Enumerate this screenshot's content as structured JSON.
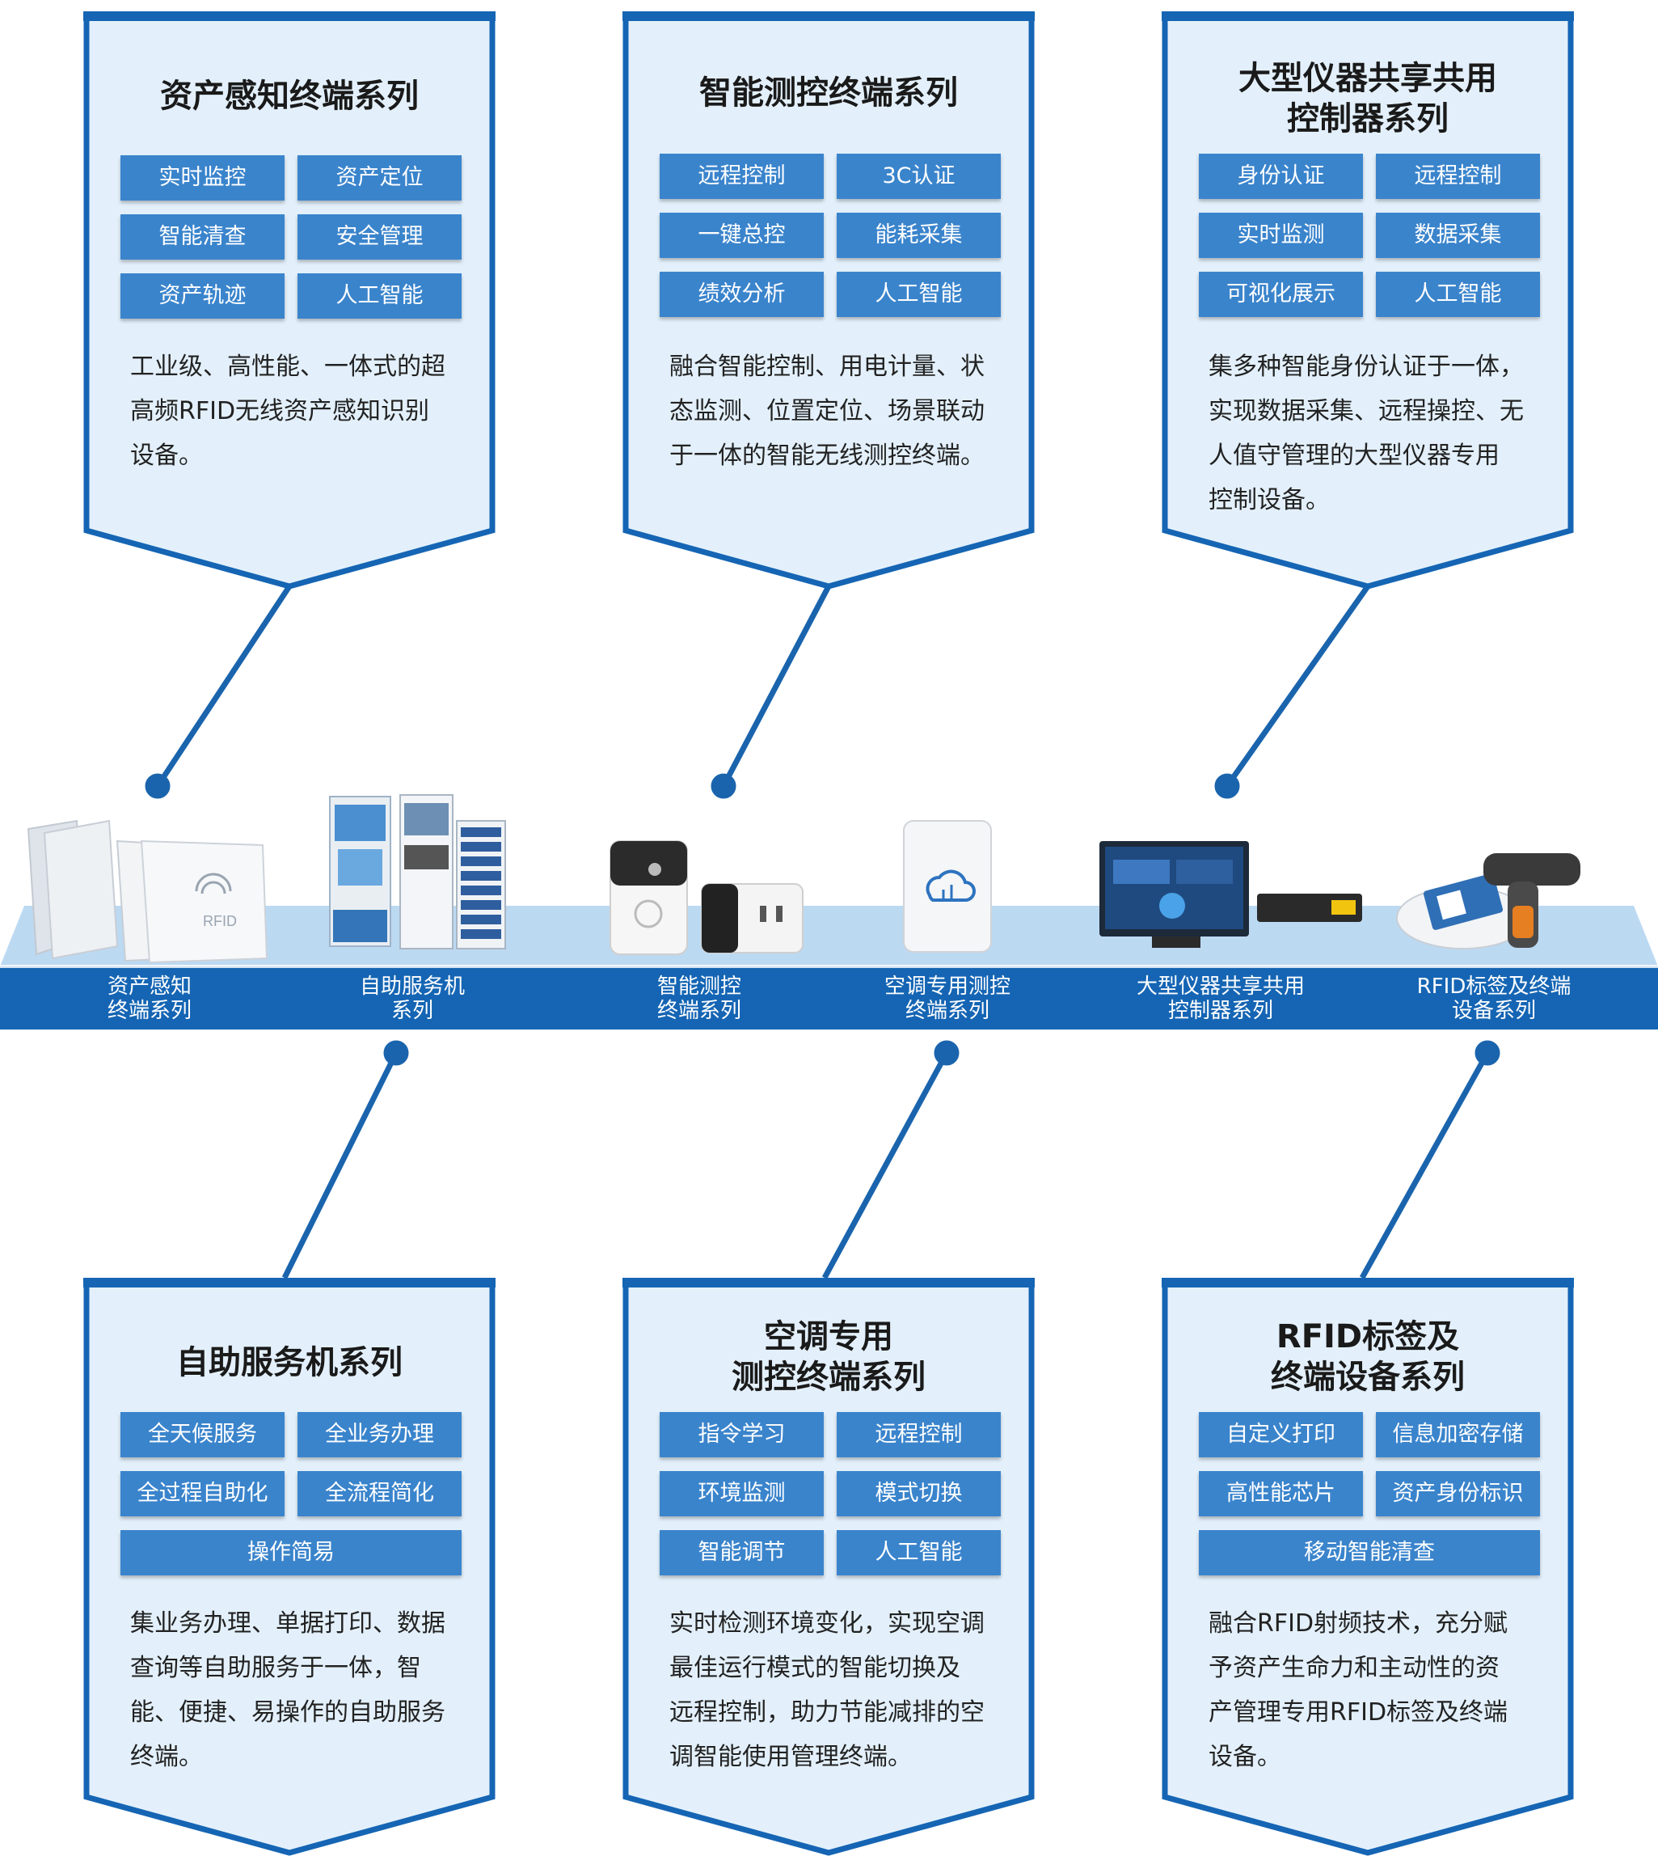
{
  "cards": [
    {
      "id": "asset",
      "title": "资产感知终端系列",
      "tags": [
        "实时监控",
        "资产定位",
        "智能清查",
        "安全管理",
        "资产轨迹",
        "人工智能"
      ],
      "description": "工业级、高性能、一体式的超高频RFID无线资产感知识别设备。"
    },
    {
      "id": "smart",
      "title": "智能测控终端系列",
      "tags": [
        "远程控制",
        "3C认证",
        "一键总控",
        "能耗采集",
        "绩效分析",
        "人工智能"
      ],
      "description": "融合智能控制、用电计量、状态监测、位置定位、场景联动于一体的智能无线测控终端。"
    },
    {
      "id": "instrument",
      "title": "大型仪器共享共用控制器系列",
      "tags": [
        "身份认证",
        "远程控制",
        "实时监测",
        "数据采集",
        "可视化展示",
        "人工智能"
      ],
      "description": "集多种智能身份认证于一体，实现数据采集、远程操控、无人值守管理的大型仪器专用控制设备。"
    },
    {
      "id": "kiosk",
      "title": "自助服务机系列",
      "tags": [
        "全天候服务",
        "全业务办理",
        "全过程自助化",
        "全流程简化",
        "操作简易"
      ],
      "description": "集业务办理、单据打印、数据查询等自助服务于一体，智能、便捷、易操作的自助服务终端。"
    },
    {
      "id": "aircon",
      "title": "空调专用测控终端系列",
      "tags": [
        "指令学习",
        "远程控制",
        "环境监测",
        "模式切换",
        "智能调节",
        "人工智能"
      ],
      "description": "实时检测环境变化，实现空调最佳运行模式的智能切换及远程控制，助力节能减排的空调智能使用管理终端。"
    },
    {
      "id": "rfid",
      "title": "RFID标签及终端设备系列",
      "tags": [
        "自定义打印",
        "信息加密存储",
        "高性能芯片",
        "资产身份标识",
        "移动智能清查"
      ],
      "description": "融合RFID射频技术，充分赋予资产生命力和主动性的资产管理专用RFID标签及终端设备。"
    }
  ],
  "title_lines": {
    "asset": [
      "资产感知终端系列"
    ],
    "smart": [
      "智能测控终端系列"
    ],
    "instrument": [
      "大型仪器共享共用",
      "控制器系列"
    ],
    "kiosk": [
      "自助服务机系列"
    ],
    "aircon": [
      "空调专用",
      "测控终端系列"
    ],
    "rfid": [
      "RFID标签及",
      "终端设备系列"
    ]
  },
  "desc_lines": {
    "asset": [
      "工业级、高性能、一体式的超",
      "高频RFID无线资产感知识别",
      "设备。"
    ],
    "smart": [
      "融合智能控制、用电计量、状",
      "态监测、位置定位、场景联动",
      "于一体的智能无线测控终端。"
    ],
    "instrument": [
      "集多种智能身份认证于一体，",
      "实现数据采集、远程操控、无",
      "人值守管理的大型仪器专用",
      "控制设备。"
    ],
    "kiosk": [
      "集业务办理、单据打印、数据",
      "查询等自助服务于一体，智",
      "能、便捷、易操作的自助服务",
      "终端。"
    ],
    "aircon": [
      "实时检测环境变化，实现空调",
      "最佳运行模式的智能切换及",
      "远程控制，助力节能减排的空",
      "调智能使用管理终端。"
    ],
    "rfid": [
      "融合RFID射频技术，充分赋",
      "予资产生命力和主动性的资",
      "产管理专用RFID标签及终端",
      "设备。"
    ]
  },
  "band_labels": [
    "资产感知\n终端系列",
    "自助服务机\n系列",
    "智能测控\n终端系列",
    "空调专用测控\n终端系列",
    "大型仪器共享共用\n控制器系列",
    "RFID标签及终端\n设备系列"
  ],
  "colors": {
    "frame": "#1565b4",
    "card_fill": "#e3f0fb",
    "tag": "#3a84cc",
    "band_top": "#bcd9f2",
    "band_front": "#1565b4",
    "connector": "#1a64ad"
  },
  "icons": {
    "asset": "rfid-reader-icon",
    "kiosk": "kiosk-icon",
    "smart": "smart-socket-icon",
    "aircon": "cloud-controller-icon",
    "instrument": "monitor-terminal-icon",
    "rfid": "handheld-scanner-icon"
  }
}
